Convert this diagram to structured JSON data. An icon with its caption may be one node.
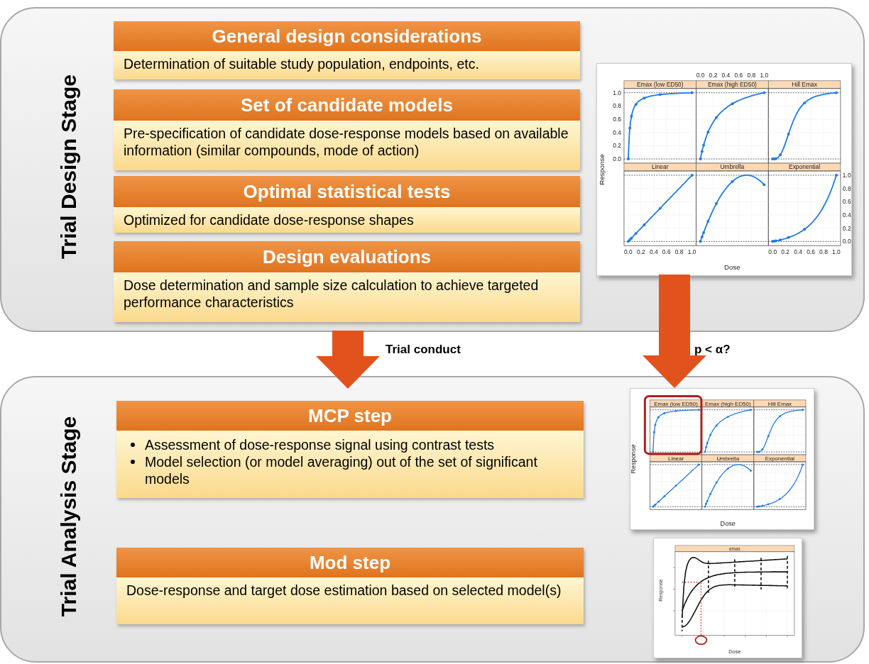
{
  "diagram": {
    "nodes": [
      {
        "text": [
          "Trial Design Stage"
        ]
      },
      {
        "text": [
          "General design considerations",
          "Determination of suitable study population, endpoints, etc."
        ],
        "in": 0
      },
      {
        "text": [
          "Set of candidate models",
          "Pre-specification of candidate dose-response models based on available information (similar compounds, mode of action)"
        ],
        "in": 0
      },
      {
        "text": [
          "Optimal statistical tests",
          "Optimized for candidate dose-response shapes"
        ],
        "in": 0
      },
      {
        "text": [
          "Design evaluations",
          "Dose determination and sample size calculation to achieve targeted performance characteristics"
        ],
        "in": 0
      },
      {
        "text": [],
        "shape": "picture",
        "in": 0
      },
      {
        "text": [
          "Trial Analysis Stage"
        ]
      },
      {
        "text": [
          "MCP step",
          "Assessment of dose-response signal using contrast tests",
          "Model selection (or model averaging) out of the set of significant models"
        ],
        "in": 6
      },
      {
        "text": [],
        "shape": "picture",
        "in": 6
      },
      {
        "text": [
          "Mod step",
          "Dose-response and target dose estimation based on selected model(s)"
        ],
        "in": 6
      },
      {
        "text": [],
        "shape": "picture",
        "in": 6
      }
    ],
    "edges": [
      {
        "from": 0,
        "to": 6,
        "arrow": "to",
        "label": "Trial conduct"
      },
      {
        "from": 5,
        "to": 8,
        "arrow": "to",
        "label": "p < α?"
      }
    ],
    "labels": [
      "0.0",
      "0.2",
      "0.4",
      "0.6",
      "0.8",
      "1.0",
      "Emax (low ED50)",
      "Emax (high ED50)",
      "Hill Emax",
      "1.0",
      "0.8",
      "0.6",
      "0.4",
      "0.2",
      "0.0",
      "Response",
      "Linear",
      "Umbrella",
      "Exponential",
      "1.0",
      "0.8",
      "0.6",
      "0.4",
      "0.2",
      "0.0",
      "0.0",
      "0.2",
      "0.4",
      "0.6",
      "0.8",
      "1.0",
      "0.0",
      "0.2",
      "0.4",
      "0.6",
      "0.8",
      "1.0",
      "Dose",
      "Emax (low ED50)",
      "Emax (high ED50)",
      "Hill Emax",
      "Response",
      "Linear",
      "Umbrella",
      "Exponential",
      "Dose",
      "emax",
      "Response",
      "Dose"
    ]
  }
}
